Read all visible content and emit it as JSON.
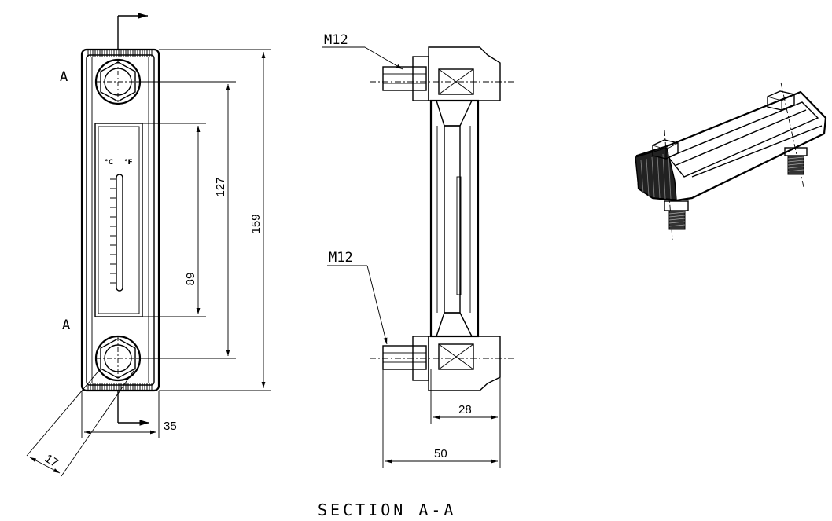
{
  "front_view": {
    "section_mark_top": "A",
    "section_mark_bottom": "A",
    "unit_celsius": "°C",
    "unit_fahrenheit": "°F",
    "dim_overall_height": "159",
    "dim_bolt_spacing": "127",
    "dim_window_height": "89",
    "dim_width": "35",
    "dim_hex": "17"
  },
  "section_view": {
    "thread_top": "M12",
    "thread_bottom": "M12",
    "dim_depth": "28",
    "dim_total_depth": "50"
  },
  "caption": "SECTION A-A"
}
